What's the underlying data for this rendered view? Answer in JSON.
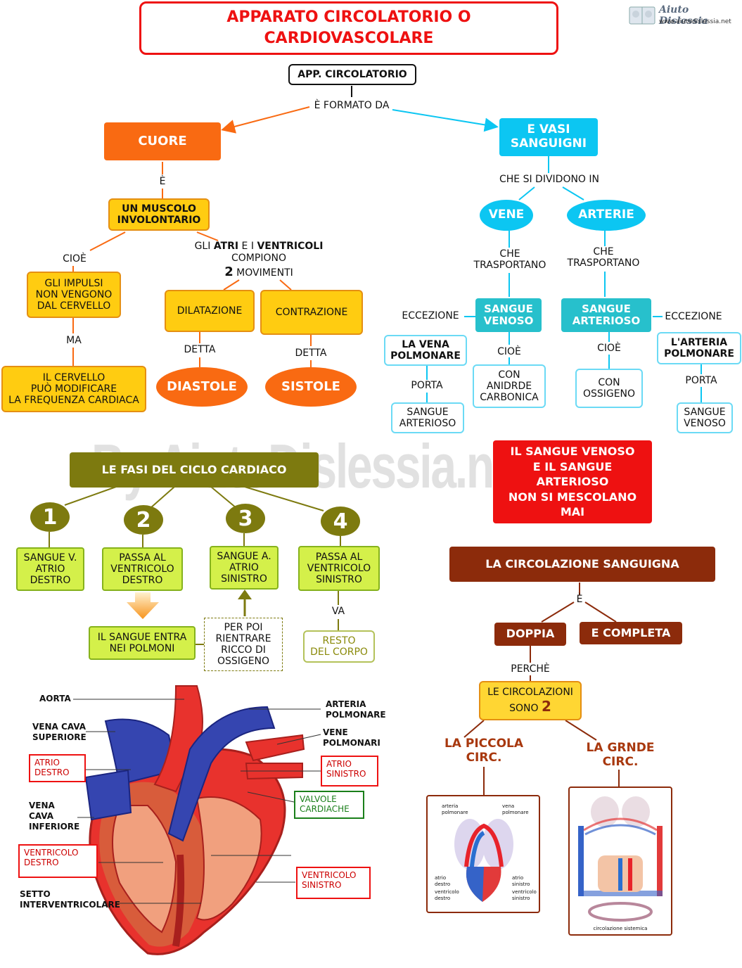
{
  "title": "APPARATO CIRCOLATORIO O\nCARDIOVASCOLARE",
  "logo": {
    "brand": "Aiuto Dislessia",
    "url": "www.aiutodislessia.net"
  },
  "watermark": "By AiutoDislessia.net",
  "top": {
    "root": "APP. CIRCOLATORIO",
    "link_formato": "È FORMATO DA",
    "cuore": "CUORE",
    "vasi": "E VASI\nSANGUIGNI",
    "link_e": "È",
    "muscolo": "UN MUSCOLO\nINVOLONTARIO",
    "link_cioe": "CIOÈ",
    "impulsi": "GLI IMPULSI\nNON VENGONO\nDAL CERVELLO",
    "link_ma": "MA",
    "cervello": "IL CERVELLO\nPUÒ MODIFICARE\nLA FREQUENZA CARDIACA",
    "atri_pre": "GLI ",
    "atri_b1": "ATRI",
    "atri_mid": " E I ",
    "atri_b2": "VENTRICOLI",
    "atri_line2": "COMPIONO",
    "atri_num": "2",
    "atri_line3": "MOVIMENTI",
    "dilatazione": "DILATAZIONE",
    "contrazione": "CONTRAZIONE",
    "detta1": "DETTA",
    "detta2": "DETTA",
    "diastole": "DIASTOLE",
    "sistole": "SISTOLE"
  },
  "vessels": {
    "si_dividono": "CHE SI DIVIDONO IN",
    "vene": "VENE",
    "arterie": "ARTERIE",
    "trasporta1": "CHE\nTRASPORTANO",
    "trasporta2": "CHE\nTRASPORTANO",
    "sangue_venoso": "SANGUE\nVENOSO",
    "sangue_arterioso": "SANGUE\nARTERIOSO",
    "eccezione1": "ECCEZIONE",
    "eccezione2": "ECCEZIONE",
    "vena_polmonare": "LA VENA\nPOLMONARE",
    "arteria_polmonare": "L'ARTERIA\nPOLMONARE",
    "porta1": "PORTA",
    "porta2": "PORTA",
    "sangue_art_box": "SANGUE\nARTERIOSO",
    "sangue_ven_box": "SANGUE\nVENOSO",
    "cioe1": "CIOÈ",
    "cioe2": "CIOÈ",
    "anidride": "CON\nANIDRDE\nCARBONICA",
    "ossigeno": "CON\nOSSIGENO",
    "non_mescolano": "IL SANGUE VENOSO\nE IL SANGUE\nARTERIOSO\nNON SI MESCOLANO\nMAI"
  },
  "phases": {
    "title": "LE FASI DEL CICLO CARDIACO",
    "numbers": [
      "1",
      "2",
      "3",
      "4"
    ],
    "steps": [
      "SANGUE V.\nATRIO\nDESTRO",
      "PASSA AL\nVENTRICOLO\nDESTRO",
      "SANGUE A.\nATRIO\nSINISTRO",
      "PASSA AL\nVENTRICOLO\nSINISTRO"
    ],
    "polmoni": "IL SANGUE  ENTRA\nNEI POLMONI",
    "rientrare": "PER POI\nRIENTRARE\nRICCO DI\nOSSIGENO",
    "va": "VA",
    "resto": "RESTO\nDEL CORPO"
  },
  "circulation": {
    "title": "LA CIRCOLAZIONE SANGUIGNA",
    "link_e": "È",
    "doppia": "DOPPIA",
    "completa": "E COMPLETA",
    "perche": "PERCHÈ",
    "sono_line1": "LE CIRCOLAZIONI",
    "sono_line2": "SONO",
    "sono_num": "2",
    "piccola": "LA PICCOLA\nCIRC.",
    "grande": "LA GRNDE\nCIRC.",
    "small_img_labels": [
      "arteria\npolmonare",
      "vena\npolmonare",
      "atrio\ndestro",
      "ventricolo\ndestro",
      "atrio\nsinistro",
      "ventricolo\nsinistro"
    ],
    "big_img_caption": "circolazione sistemica"
  },
  "heart": {
    "aorta": "AORTA",
    "vena_cava_sup": "VENA CAVA\nSUPERIORE",
    "atrio_destro": "ATRIO\nDESTRO",
    "vena_cava_inf": "VENA\nCAVA\nINFERIORE",
    "ventricolo_destro": "VENTRICOLO\nDESTRO",
    "setto": "SETTO\nINTERVENTRICOLARE",
    "arteria_polmonare": "ARTERIA\nPOLMONARE",
    "vene_polmonari": "VENE\nPOLMONARI",
    "atrio_sinistro": "ATRIO\nSINISTRO",
    "valvole": "VALVOLE\nCARDIACHE",
    "ventricolo_sinistro": "VENTRICOLO\nSINISTRO"
  },
  "colors": {
    "orange": "#f96a12",
    "yellow": "#ffcc11",
    "cyan": "#0cc6f2",
    "teal": "#27c0cc",
    "lime": "#d4f04a",
    "olive": "#7d7a0f",
    "brown": "#8c2b0b",
    "red": "#ee1111"
  }
}
